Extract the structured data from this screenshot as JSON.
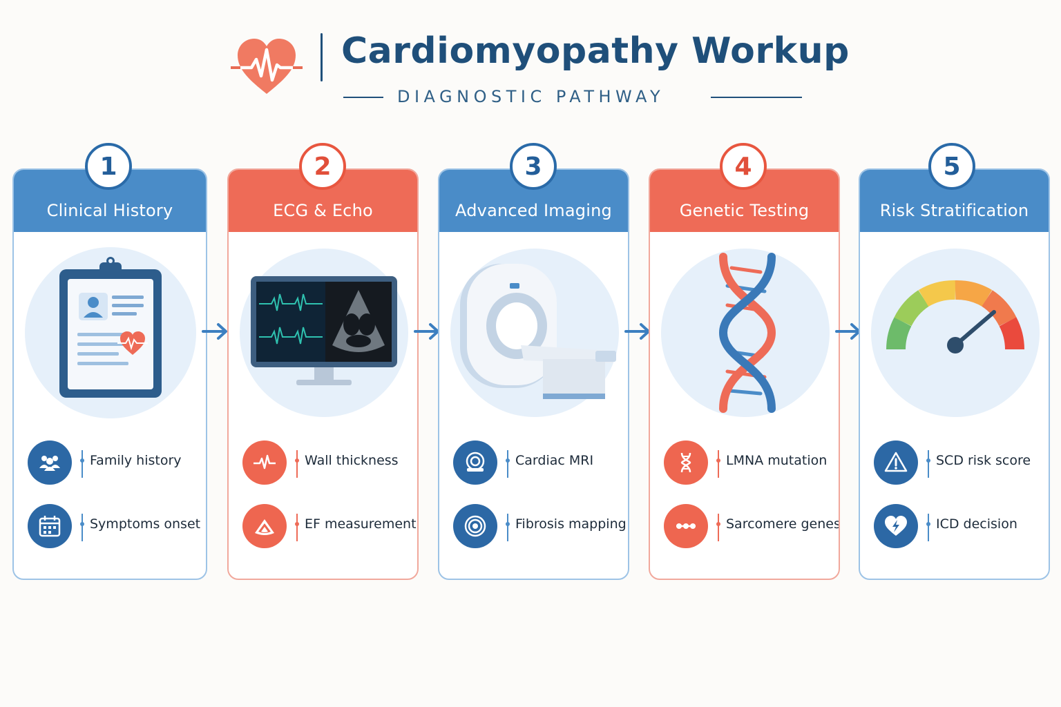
{
  "header": {
    "title": "Cardiomyopathy Workup",
    "subtitle": "DIAGNOSTIC PATHWAY",
    "logo_icon": "heart-pulse-icon"
  },
  "colors": {
    "navy": "#1f4f7a",
    "blue": "#4a8cc8",
    "dark_blue": "#2c68a5",
    "coral": "#ee6b57",
    "light_circle": "#e6f0fa"
  },
  "steps": [
    {
      "number": "1",
      "title": "Clinical History",
      "theme": "blue",
      "illustration": "clipboard-icon",
      "items": [
        {
          "label": "Family history",
          "icon": "family-icon"
        },
        {
          "label": "Symptoms onset",
          "icon": "calendar-icon"
        }
      ]
    },
    {
      "number": "2",
      "title": "ECG & Echo",
      "theme": "red",
      "illustration": "monitor-icon",
      "items": [
        {
          "label": "Wall thickness",
          "icon": "ecg-wave-icon"
        },
        {
          "label": "EF measurement",
          "icon": "ultrasound-icon"
        }
      ]
    },
    {
      "number": "3",
      "title": "Advanced Imaging",
      "theme": "blue",
      "illustration": "mri-scanner-icon",
      "items": [
        {
          "label": "Cardiac MRI",
          "icon": "mri-icon"
        },
        {
          "label": "Fibrosis mapping",
          "icon": "target-icon"
        }
      ]
    },
    {
      "number": "4",
      "title": "Genetic Testing",
      "theme": "red",
      "illustration": "dna-helix-icon",
      "items": [
        {
          "label": "LMNA mutation",
          "icon": "dna-icon"
        },
        {
          "label": "Sarcomere genes",
          "icon": "gene-chain-icon"
        }
      ]
    },
    {
      "number": "5",
      "title": "Risk Stratification",
      "theme": "blue",
      "illustration": "risk-gauge-icon",
      "items": [
        {
          "label": "SCD risk score",
          "icon": "warning-icon"
        },
        {
          "label": "ICD decision",
          "icon": "heart-shock-icon"
        }
      ]
    }
  ]
}
